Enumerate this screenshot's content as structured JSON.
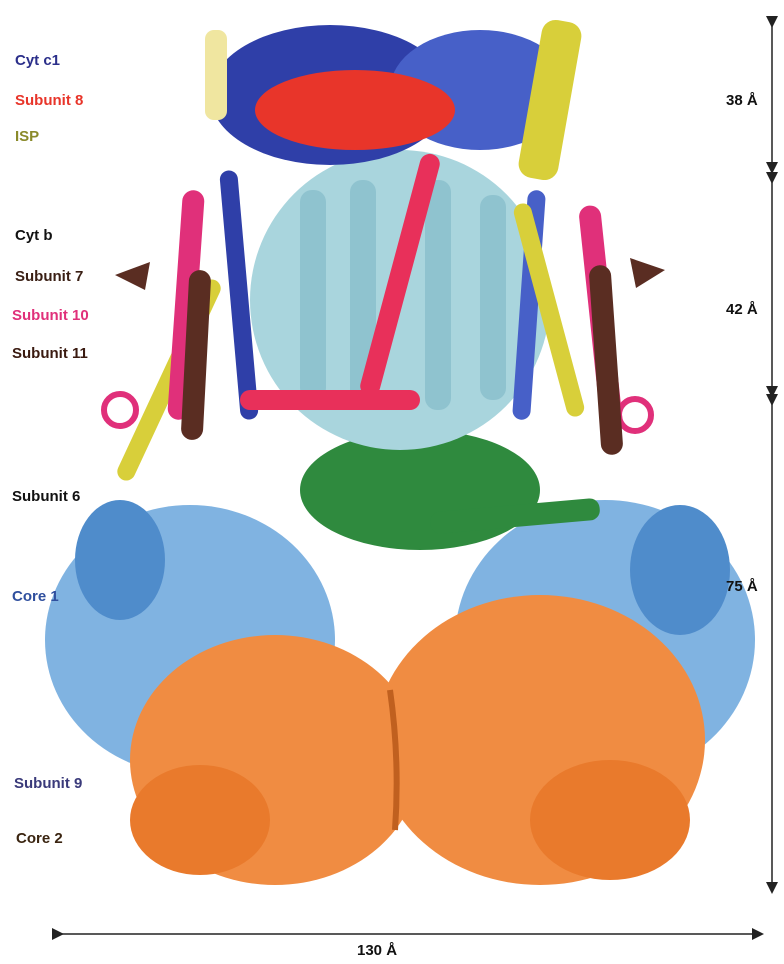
{
  "labels": [
    {
      "text": "Cyt c1",
      "color": "#2b2f8a"
    },
    {
      "text": "Subunit 8",
      "color": "#e8352a"
    },
    {
      "text": "ISP",
      "color": "#8a8a2a"
    },
    {
      "text": "Cyt b",
      "color": "#111111"
    },
    {
      "text": "Subunit 7",
      "color": "#3a1f14"
    },
    {
      "text": "Subunit 10",
      "color": "#e0307a"
    },
    {
      "text": "Subunit 11",
      "color": "#3a1a10"
    },
    {
      "text": "Subunit 6",
      "color": "#111111"
    },
    {
      "text": "Core 1",
      "color": "#2f4f9e"
    },
    {
      "text": "Subunit 9",
      "color": "#3a3a7a"
    },
    {
      "text": "Core 2",
      "color": "#3a2410"
    }
  ],
  "dimensions": {
    "top": "38 Å",
    "middle": "42 Å",
    "bottom": "75 Å",
    "width": "130 Å"
  },
  "colors": {
    "cyt_c1": "#2f3fa8",
    "subunit8": "#e8352a",
    "isp": "#d8cf3a",
    "cyt_b": "#a9d5dd",
    "subunit7": "#5a2d22",
    "subunit10": "#e0307a",
    "subunit6": "#2f8a3e",
    "core1": "#6aa6dc",
    "core2": "#f08c42"
  }
}
